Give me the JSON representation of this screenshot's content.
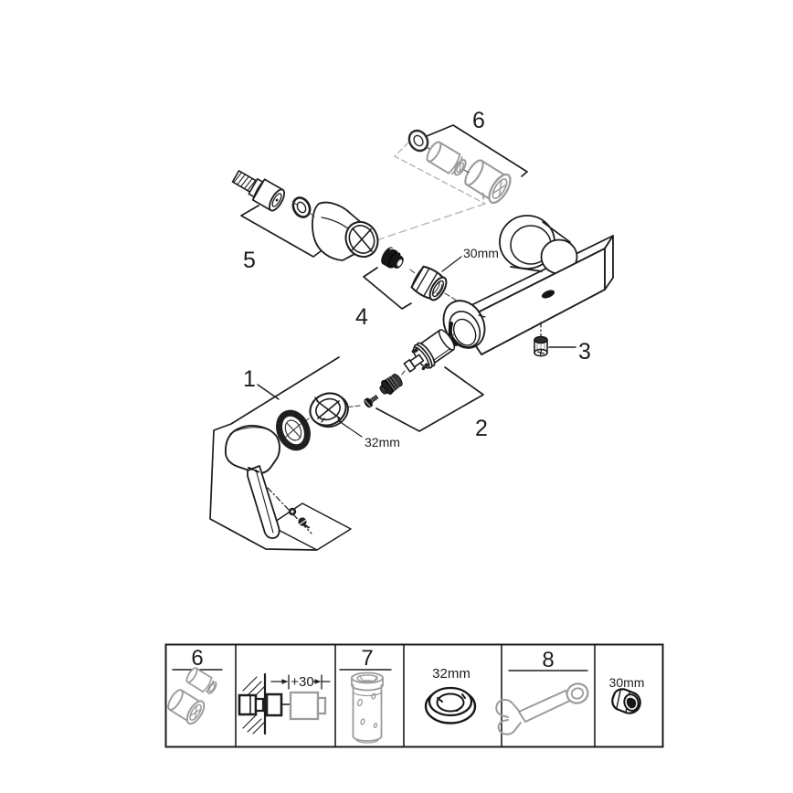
{
  "colors": {
    "background": "#ffffff",
    "line": "#1d1d1d",
    "muted_part": "#9b9b9b",
    "dashed_guide": "#b5b5b5"
  },
  "callouts": {
    "one": "1",
    "two": "2",
    "three": "3",
    "four": "4",
    "five": "5",
    "six": "6"
  },
  "dimensions": {
    "union_nut": "30mm",
    "ring_nut": "32mm"
  },
  "legend": {
    "check_valve_number": "6",
    "extension_dimension": "+30",
    "socket_tool_number": "7",
    "ring_nut_size": "32mm",
    "wrench_number": "8",
    "hex_nut_size": "30mm"
  }
}
